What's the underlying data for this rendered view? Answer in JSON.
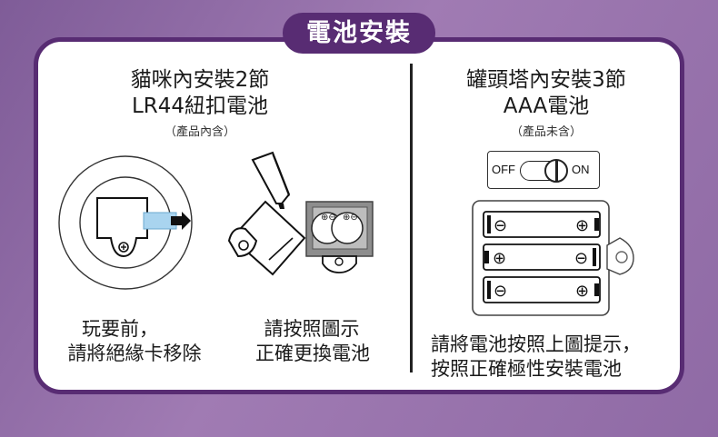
{
  "header": {
    "title": "電池安裝"
  },
  "left": {
    "title_line1": "貓咪內安裝2節",
    "title_line2": "LR44紐扣電池",
    "note": "（產品內含）",
    "caption1_line1": "玩要前，",
    "caption1_line2": "請將絕緣卡移除",
    "caption2_line1": "請按照圖示",
    "caption2_line2": "正確更換電池"
  },
  "right": {
    "title_line1": "罐頭塔內安裝3節",
    "title_line2": "AAA電池",
    "note": "（產品未含）",
    "switch_off": "OFF",
    "switch_on": "ON",
    "caption_line1": "請將電池按照上圖提示，",
    "caption_line2": "按照正確極性安裝電池"
  },
  "colors": {
    "purple_border": "#582c73",
    "background": "#9a74ae",
    "insulation_tab": "#a9d4ef"
  }
}
